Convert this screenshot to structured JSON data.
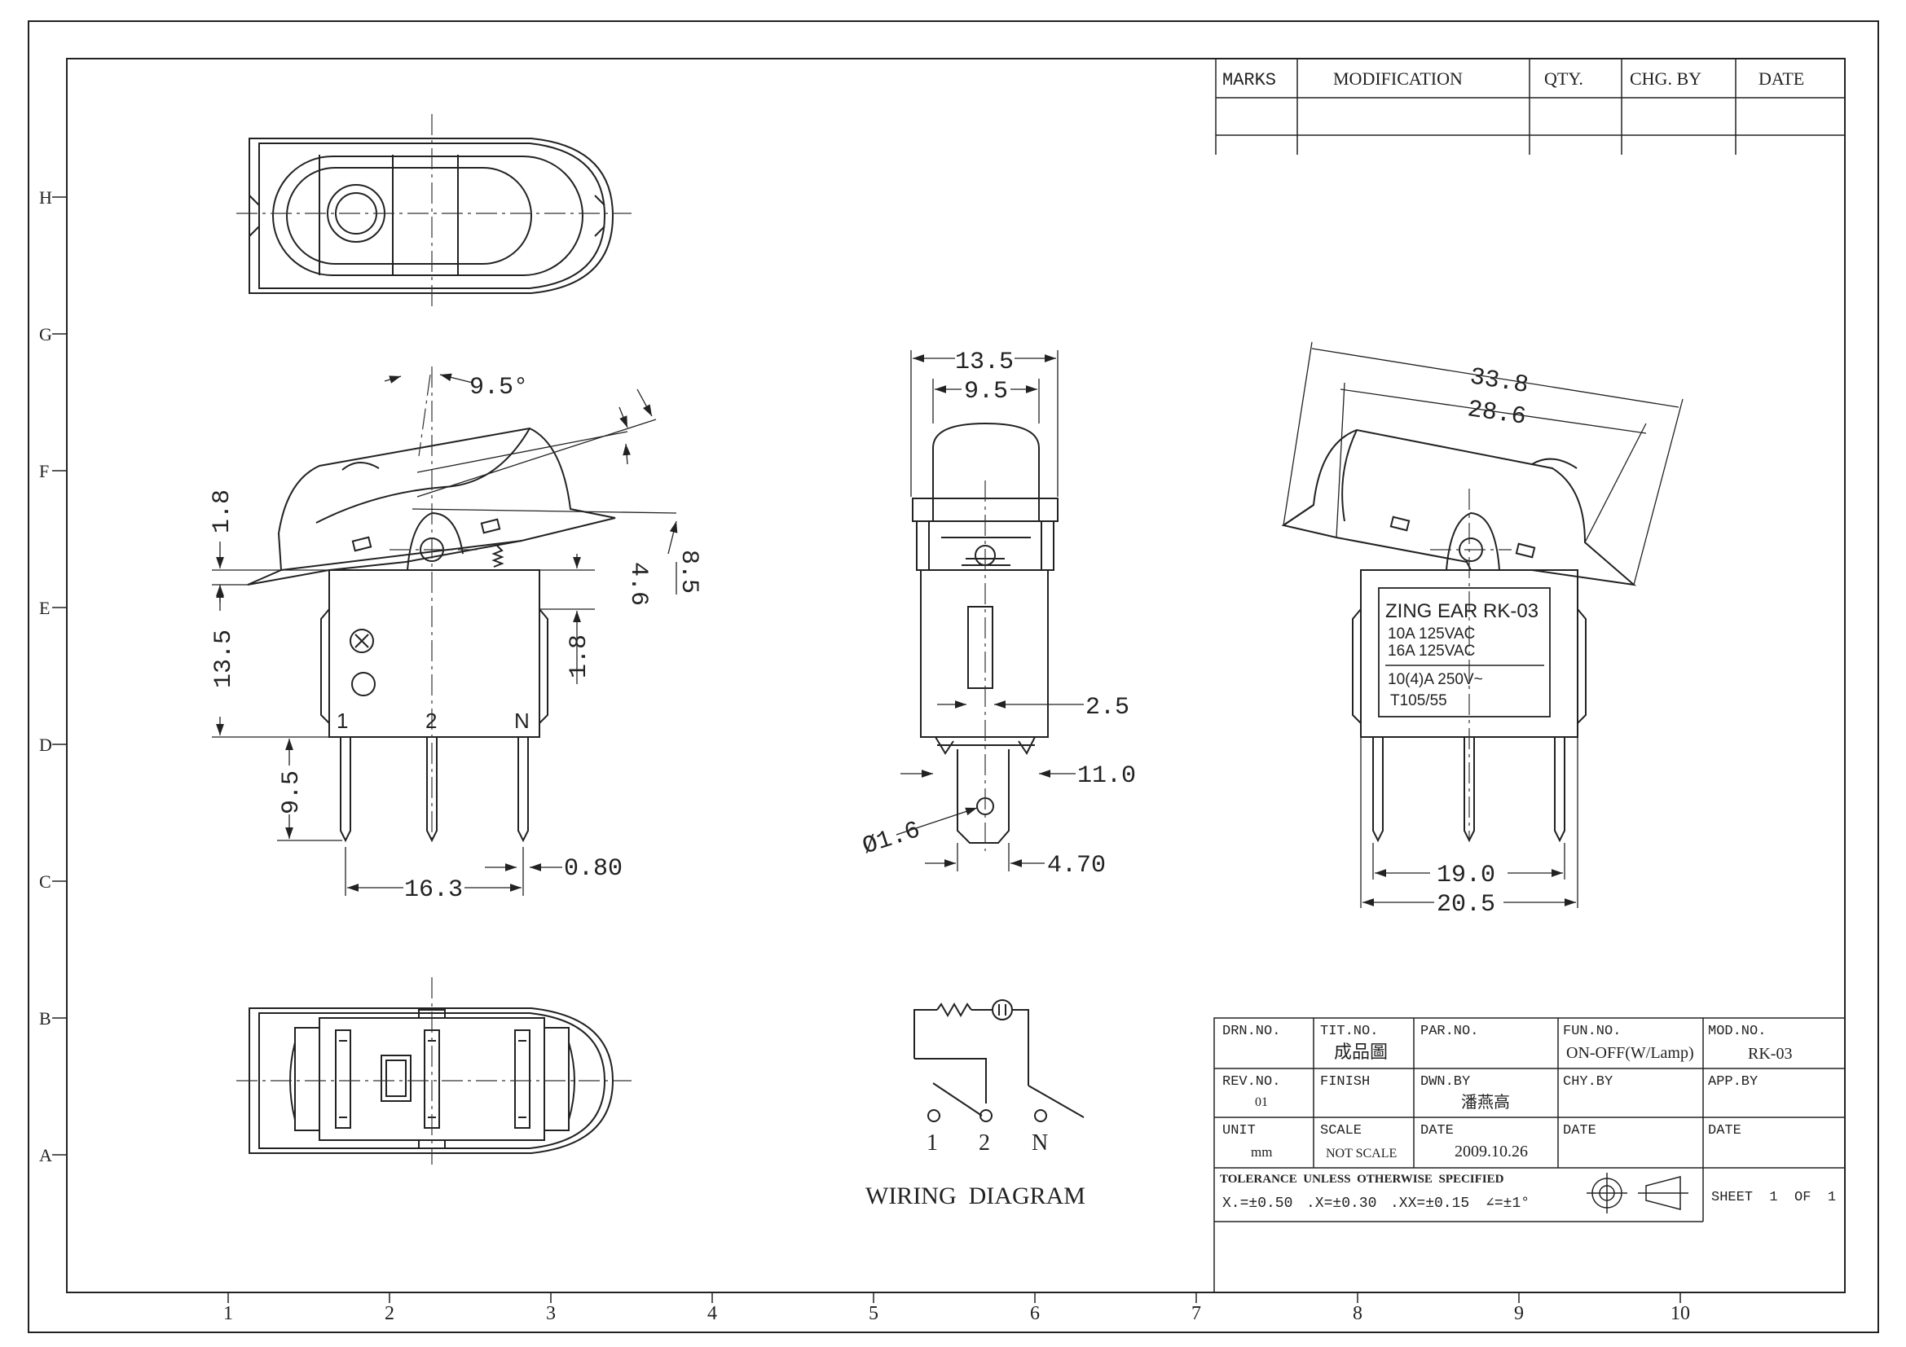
{
  "frame": {
    "rows": [
      "H",
      "G",
      "F",
      "E",
      "D",
      "C",
      "B",
      "A"
    ],
    "cols": [
      "1",
      "2",
      "3",
      "4",
      "5",
      "6",
      "7",
      "8",
      "9",
      "10"
    ]
  },
  "revision_table": {
    "headers": [
      "MARKS",
      "MODIFICATION",
      "QTY.",
      "CHG. BY",
      "DATE"
    ]
  },
  "dimensions": {
    "side": {
      "angle": "9.5°",
      "h1": "1.8",
      "h2": "4.6",
      "h3": "8.5",
      "body": "13.5",
      "h4": "1.8",
      "pin_len": "9.5",
      "pitch": "16.3",
      "pin_w": "0.80"
    },
    "front": {
      "w1": "13.5",
      "w2": "9.5",
      "d1": "2.5",
      "d2": "11.0",
      "hole": "Ø1.6",
      "d3": "4.70"
    },
    "rear": {
      "w1": "33.8",
      "w2": "28.6",
      "w3": "19.0",
      "w4": "20.5"
    }
  },
  "pins": [
    "1",
    "2",
    "N"
  ],
  "label_plate": {
    "title": "ZING EAR RK-03",
    "line1": "10A 125VAC",
    "line2": "16A 125VAC",
    "line3": "10(4)A 250V~",
    "line4": "T105/55"
  },
  "wiring": {
    "title": "WIRING  DIAGRAM",
    "pins": [
      "1",
      "2",
      "N"
    ]
  },
  "title_block": {
    "drn_label": "DRN.NO.",
    "drn_value": "",
    "tit_label": "TIT.NO.",
    "tit_value": "成品圖",
    "par_label": "PAR.NO.",
    "par_value": "",
    "fun_label": "FUN.NO.",
    "fun_value": "ON-OFF(W/Lamp)",
    "mod_label": "MOD.NO.",
    "mod_value": "RK-03",
    "rev_label": "REV.NO.",
    "rev_value": "01",
    "finish_label": "FINISH",
    "finish_value": "",
    "dwn_label": "DWN.BY",
    "dwn_value": "潘燕高",
    "chy_label": "CHY.BY",
    "chy_value": "",
    "app_label": "APP.BY",
    "app_value": "",
    "unit_label": "UNIT",
    "unit_value": "mm",
    "scale_label": "SCALE",
    "scale_value": "NOT SCALE",
    "date_label": "DATE",
    "date_value": "2009.10.26",
    "date2_label": "DATE",
    "date3_label": "DATE",
    "tolerance_label": "TOLERANCE  UNLESS  OTHERWISE  SPECIFIED",
    "tol1": "X.=±0.50",
    "tol2": ".X=±0.30",
    "tol3": ".XX=±0.15",
    "tol4": "∠=±1°",
    "sheet": "SHEET  1  OF  1"
  }
}
